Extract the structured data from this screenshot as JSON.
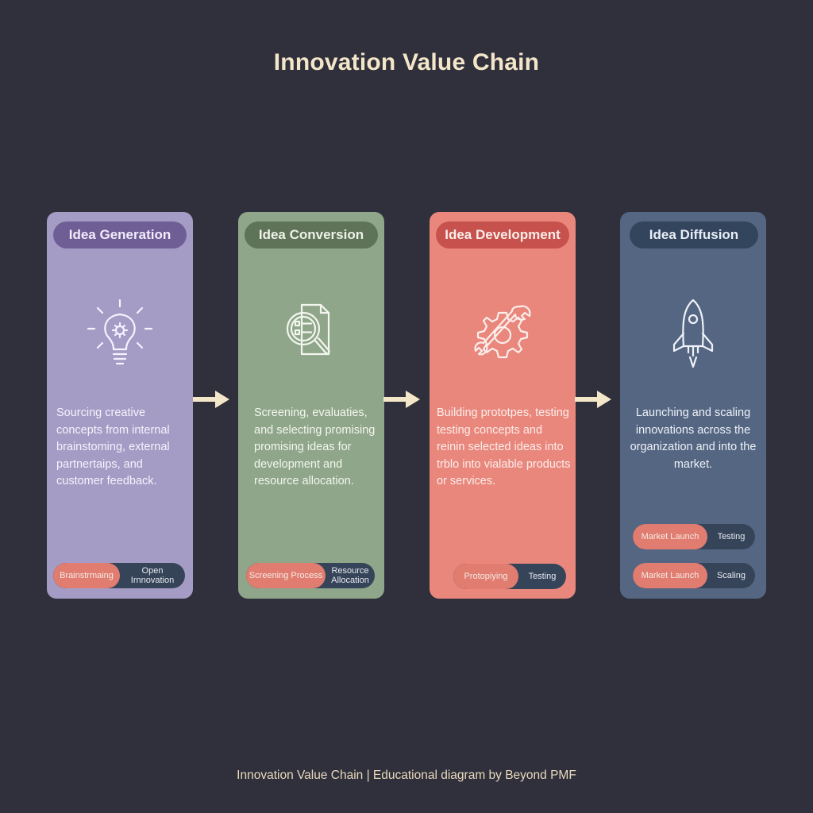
{
  "title": "Innovation Value Chain",
  "colors": {
    "background": "#2f303b",
    "accent_tag": "#e07d70",
    "arrow": "#f4e6c9"
  },
  "stages": [
    {
      "name": "Idea Generation",
      "icon": "lightbulb-gear-icon",
      "description": "Sourcing creative concepts from internal brainstoming, external partnertaips, and customer feedback.",
      "tags": [
        [
          "Brainstrmaing",
          "Open Irnnovation"
        ]
      ]
    },
    {
      "name": "Idea Conversion",
      "icon": "document-magnifier-icon",
      "description": "Screening, evaluaties, and selecting promising promising ideas for development and resource allocation.",
      "tags": [
        [
          "Screening Process",
          "Resource Allocation"
        ]
      ]
    },
    {
      "name": "Idea Development",
      "icon": "gear-wrench-icon",
      "description": "Building prototpes, testing testing concepts and reinin selected ideas into trblo into vialable products or services.",
      "tags": [
        [
          "Protopiying",
          "Testing"
        ]
      ]
    },
    {
      "name": "Idea Diffusion",
      "icon": "rocket-icon",
      "description": "Launching and scaling innovations across the organization and into the market.",
      "tags": [
        [
          "Market Launch",
          "Testing"
        ],
        [
          "Market Launch",
          "Scaling"
        ]
      ]
    }
  ],
  "footer": "Innovation Value Chain | Educational diagram by Beyond PMF"
}
